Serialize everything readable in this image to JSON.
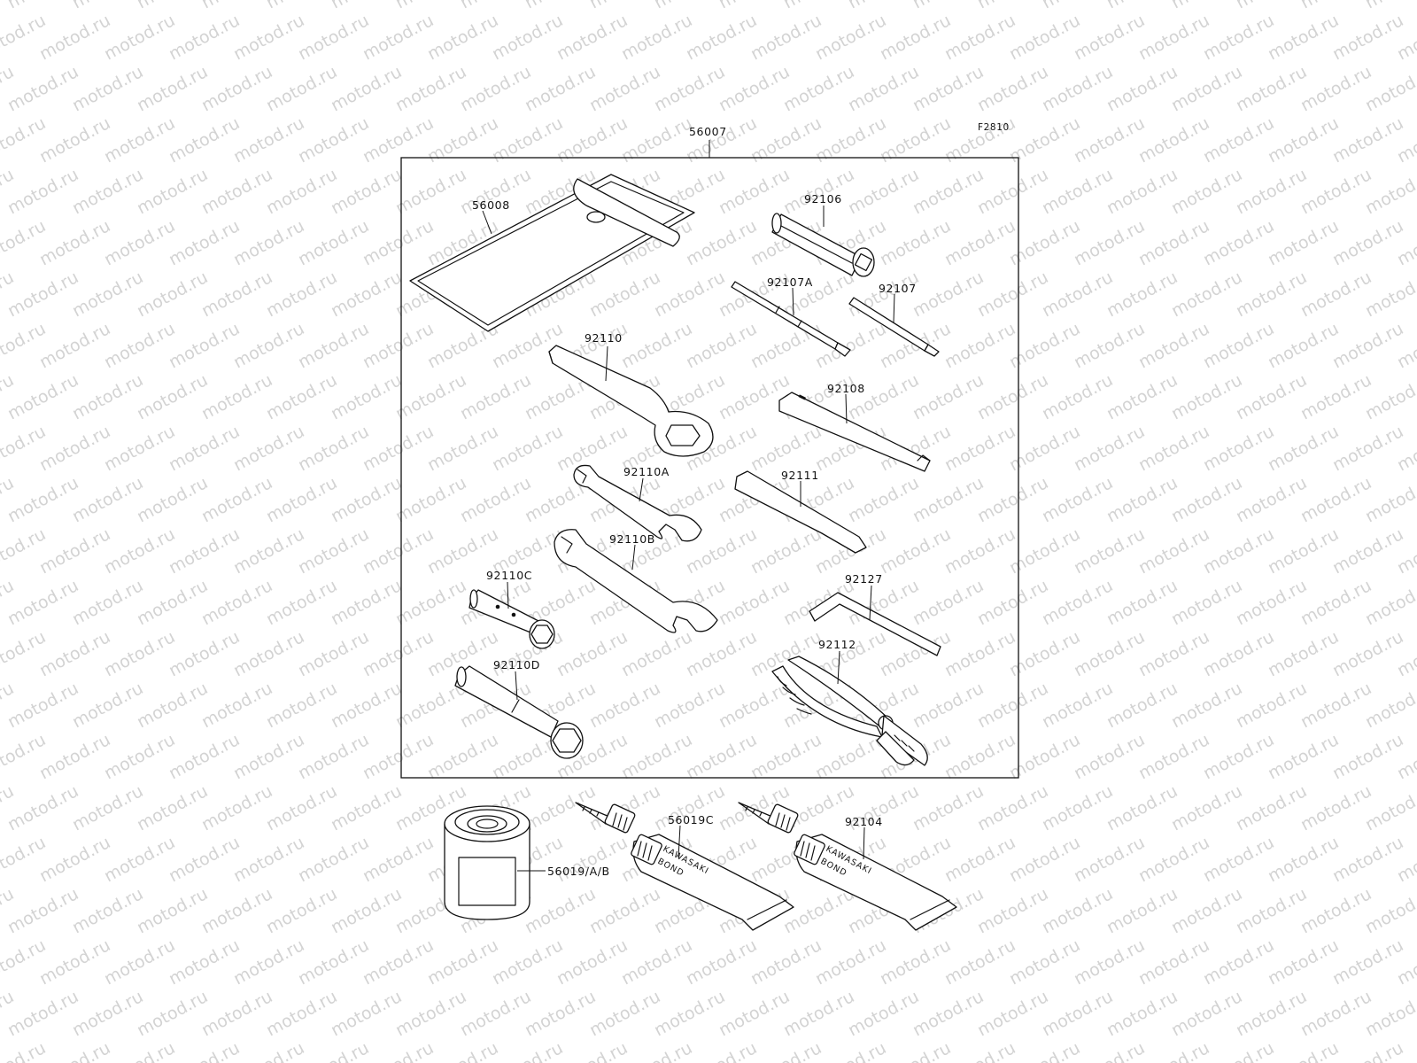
{
  "figure_code": "F2810",
  "watermark": "motod.ru",
  "tube_brand": "KAWASAKI",
  "tube_product": "BOND",
  "parts": {
    "p56007": "56007",
    "p56008": "56008",
    "p92106": "92106",
    "p92107A": "92107A",
    "p92107": "92107",
    "p92110": "92110",
    "p92108": "92108",
    "p92110A": "92110A",
    "p92111": "92111",
    "p92110B": "92110B",
    "p92127": "92127",
    "p92110C": "92110C",
    "p92112": "92112",
    "p92110D": "92110D",
    "p56019AB": "56019/A/B",
    "p56019C": "56019C",
    "p92104": "92104"
  }
}
